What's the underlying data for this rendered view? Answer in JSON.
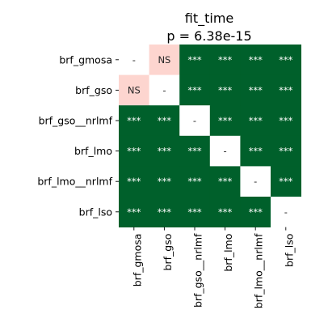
{
  "chart_data": {
    "type": "heatmap",
    "title": "fit_time",
    "subtitle": "p = 6.38e-15",
    "row_labels": [
      "brf_gmosa",
      "brf_gso",
      "brf_gso__nrlmf",
      "brf_lmo",
      "brf_lmo__nrlmf",
      "brf_lso"
    ],
    "col_labels": [
      "brf_gmosa",
      "brf_gso",
      "brf_gso__nrlmf",
      "brf_lmo",
      "brf_lmo__nrlmf",
      "brf_lso"
    ],
    "cells": [
      [
        "-",
        "NS",
        "***",
        "***",
        "***",
        "***"
      ],
      [
        "NS",
        "-",
        "***",
        "***",
        "***",
        "***"
      ],
      [
        "***",
        "***",
        "-",
        "***",
        "***",
        "***"
      ],
      [
        "***",
        "***",
        "***",
        "-",
        "***",
        "***"
      ],
      [
        "***",
        "***",
        "***",
        "***",
        "-",
        "***"
      ],
      [
        "***",
        "***",
        "***",
        "***",
        "***",
        "-"
      ]
    ],
    "colors": {
      "significant": "#00602b",
      "not_significant": "#fdd5cf",
      "diagonal": "#ffffff",
      "significant_text": "#ffffff",
      "other_text": "#262626"
    },
    "grid": false,
    "legend": "none"
  }
}
